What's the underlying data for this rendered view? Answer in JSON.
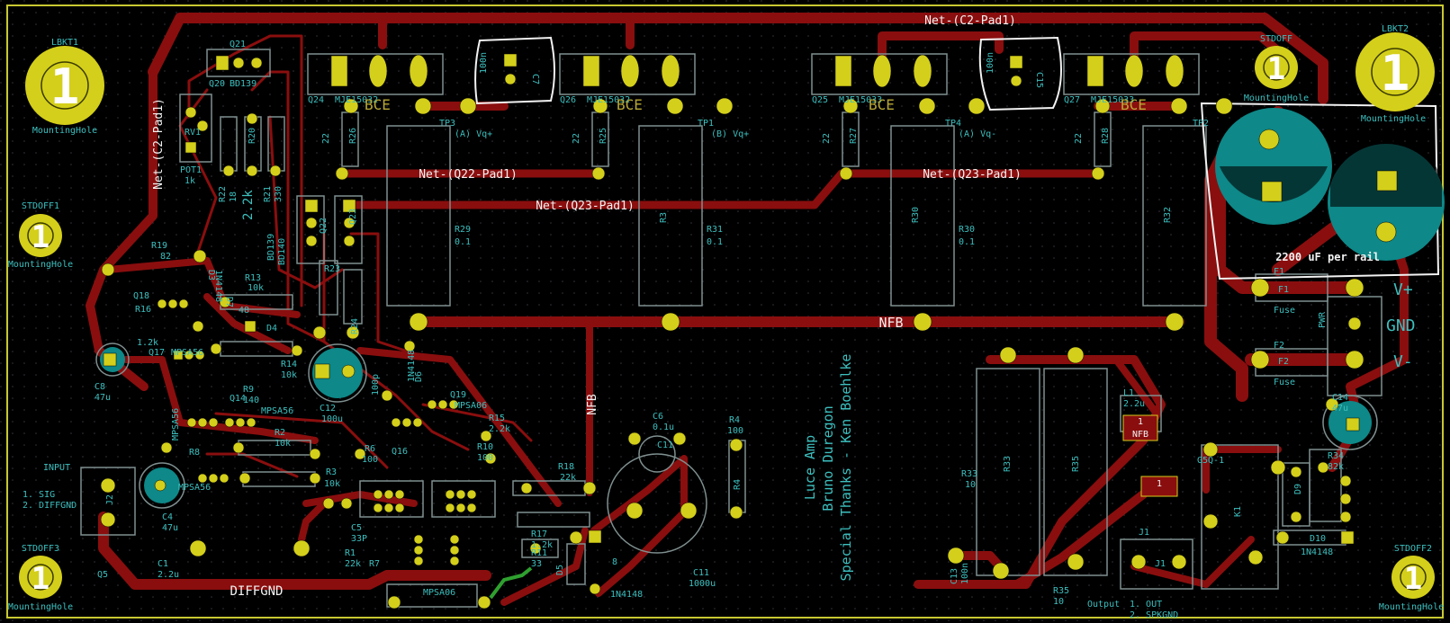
{
  "colors": {
    "background": "#000000",
    "grid": "#34343c",
    "board_edge": "#c8c832",
    "copper": "#8a0e0e",
    "pad": "#d4cf1a",
    "pad_hole": "#3a3a00",
    "silk": "#3dbfbf",
    "silk_white": "#f2f2f2",
    "courtyard": "#7f8f8f",
    "cap_fill": "#0e8888",
    "via_green": "#2fa02f"
  },
  "mounting_holes": [
    {
      "ref": "LBKT1",
      "number": "1",
      "value": "MountingHole"
    },
    {
      "ref": "LBKT2",
      "number": "1",
      "value": "MountingHole"
    },
    {
      "ref": "STDOFF1",
      "number": "1",
      "value": "MountingHole"
    },
    {
      "ref": "STDOFF",
      "number": "1",
      "value": "MountingHole"
    },
    {
      "ref": "STDOFF3",
      "number": "1",
      "value": "MountingHole"
    },
    {
      "ref": "STDOFF2",
      "number": "1",
      "value": "MountingHole"
    }
  ],
  "net_labels": {
    "c2_pad1_top": "Net-(C2-Pad1)",
    "c2_pad1_vertical": "Net-(C2-Pad1)",
    "q22_pad1": "Net-(Q22-Pad1)",
    "q23_pad1_a": "Net-(Q23-Pad1)",
    "q23_pad1_b": "Net-(Q23-Pad1)",
    "nfb_horizontal": "NFB",
    "nfb_vertical": "NFB",
    "diffgnd": "DIFFGND"
  },
  "transistors_top": [
    {
      "ref": "Q24",
      "value": "MJE15032",
      "marking": "BCE",
      "testpoint": "TP3",
      "tp_label": "(A) Vq+"
    },
    {
      "ref": "Q26",
      "value": "MJE15032",
      "marking": "BCE",
      "testpoint": "TP1",
      "tp_label": "(B) Vq+"
    },
    {
      "ref": "Q25",
      "value": "MJE15033",
      "marking": "BCE",
      "testpoint": "TP4",
      "tp_label": "(A) Vq-"
    },
    {
      "ref": "Q27",
      "value": "MJE15033",
      "marking": "BCE",
      "testpoint": "TP2",
      "tp_label": ""
    }
  ],
  "silk_labels": {
    "C7": "C7",
    "C7_val": "100n",
    "C15": "C15",
    "C15_val": "100n",
    "Q21": "Q21",
    "Q20": "Q20",
    "BD139": "BD139",
    "RV1": "RV1",
    "POT1": "POT1",
    "POT1_val": "1k",
    "R22": "R22",
    "R22_val": "18",
    "R20": "R20",
    "R21": "R21",
    "R21_val": "330",
    "R2k2": "2.2k",
    "R26": "R26",
    "R26_val": "22",
    "R25": "R25",
    "R25_val": "22",
    "R27": "R27",
    "R27_val": "22",
    "R28": "R28",
    "R28_val": "22",
    "R29": "R29",
    "R29_val": "0.1",
    "R31": "R31",
    "R31_val": "0.1",
    "R30": "R30",
    "R30_val": "0.1",
    "R32": "R32",
    "R3": "R3",
    "Q22": "Q22",
    "Q23": "Q23",
    "BD139_140": "BD139",
    "BD140": "BD140",
    "R23": "R23",
    "R24": "R24",
    "R19": "R19",
    "R19_val": "82",
    "R16": "R16",
    "R16_val": "1.2k",
    "Q18": "Q18",
    "Q17": "Q17",
    "MPSA56_a": "MPSA56",
    "D3": "D3",
    "D3_val": "1N4148",
    "D7": "D7",
    "R13": "R13",
    "R13_val": "10k",
    "D4": "D4",
    "R48": "48",
    "R14": "R14",
    "R14_val": "10k",
    "C12": "C12",
    "C12_val": "100u",
    "C8": "C8",
    "C8_val": "47u",
    "R9": "R9",
    "R9_val": "140",
    "Q14": "Q14",
    "MPSA56_b": "MPSA56",
    "MPSA56_c": "MPSA56",
    "C100p": "100p",
    "D6": "D6",
    "D6_val": "1N4148",
    "Q19": "Q19",
    "MPSA06": "MPSA06",
    "R2": "R2",
    "R2_val": "10k",
    "R8": "R8",
    "R15": "R15",
    "R15_val": "2.2k",
    "R10": "R10",
    "R10_val": "100",
    "R6": "R6",
    "R6_val": "100",
    "Q16": "Q16",
    "R3b": "R3",
    "R3b_val": "10k",
    "MPSA56_d": "MPSA56",
    "C4": "C4",
    "C4_val": "47u",
    "INPUT": "INPUT",
    "J2": "J2",
    "in_sig": "1. SIG",
    "in_diffgnd": "2. DIFFGND",
    "C1": "C1",
    "C1_val": "2.2u",
    "Q5": "Q5",
    "C5": "C5",
    "C5_val": "33P",
    "R1": "R1",
    "R1_val": "22k",
    "R7": "R7",
    "MPSA06_b": "MPSA06",
    "R18": "R18",
    "R18_val": "22k",
    "R17": "R17",
    "R17_val": "1.2k",
    "R11": "R11",
    "R11_val": "33",
    "D5": "D5",
    "D5_val": "1N4148",
    "D8": "8",
    "C6": "C6",
    "C6_val": "0.1u",
    "C11": "C11",
    "C11_val": "1000u",
    "R4": "R4",
    "R4_val": "100",
    "credit1": "Luce Amp",
    "credit2": "Bruno Duregon",
    "credit3": "Special Thanks - Ken Boehlke",
    "L1": "L1",
    "L1_val": "2.2u",
    "R33": "R33",
    "R33_val": "10",
    "R35": "R35",
    "C13": "C13",
    "C13_val": "100n",
    "R35b": "R35",
    "R35b_val": "10",
    "output": "Output",
    "out1": "1. OUT",
    "out2": "2. SPKGND",
    "J1": "J1",
    "K1": "K1",
    "G5Q": "G5Q-1",
    "R34": "R34",
    "R34_val": "82k",
    "D9": "D9",
    "D10": "D10",
    "D10_val": "1N4148",
    "C14": "C14",
    "C14_val": "47u",
    "F1": "F1",
    "F1_lbl": "Fuse",
    "F2": "F2",
    "F2_lbl": "Fuse",
    "PWR": "PWR",
    "vplus": "V+",
    "gnd": "GND",
    "vminus": "V-",
    "cap_note": "2200 uF per rail",
    "nfb_pad": "1",
    "nfb_pad_lbl": "NFB",
    "pad_1": "1"
  }
}
